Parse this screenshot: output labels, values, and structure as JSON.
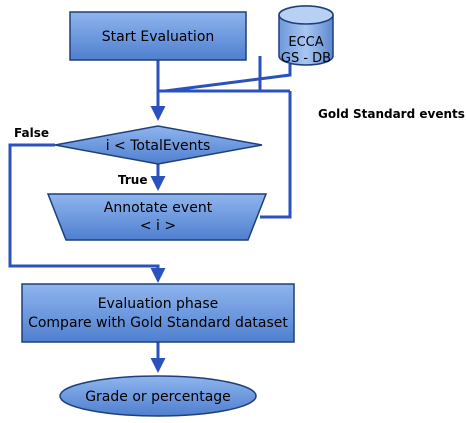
{
  "nodes": {
    "start": "Start Evaluation",
    "db_line1": "ECCA",
    "db_line2": "GS - DB",
    "gold_label": "Gold Standard events",
    "decision": "i < TotalEvents",
    "false_label": "False",
    "true_label": "True",
    "annotate_line1": "Annotate event",
    "annotate_line2": "< i >",
    "eval_line1": "Evaluation phase",
    "eval_line2": "Compare with Gold Standard dataset",
    "grade": "Grade or percentage"
  },
  "colors": {
    "shape_fill": "#5f8fd8",
    "shape_fill_light": "#8fb5ee",
    "line": "#2a52be",
    "outline": "#1f3f7a"
  }
}
